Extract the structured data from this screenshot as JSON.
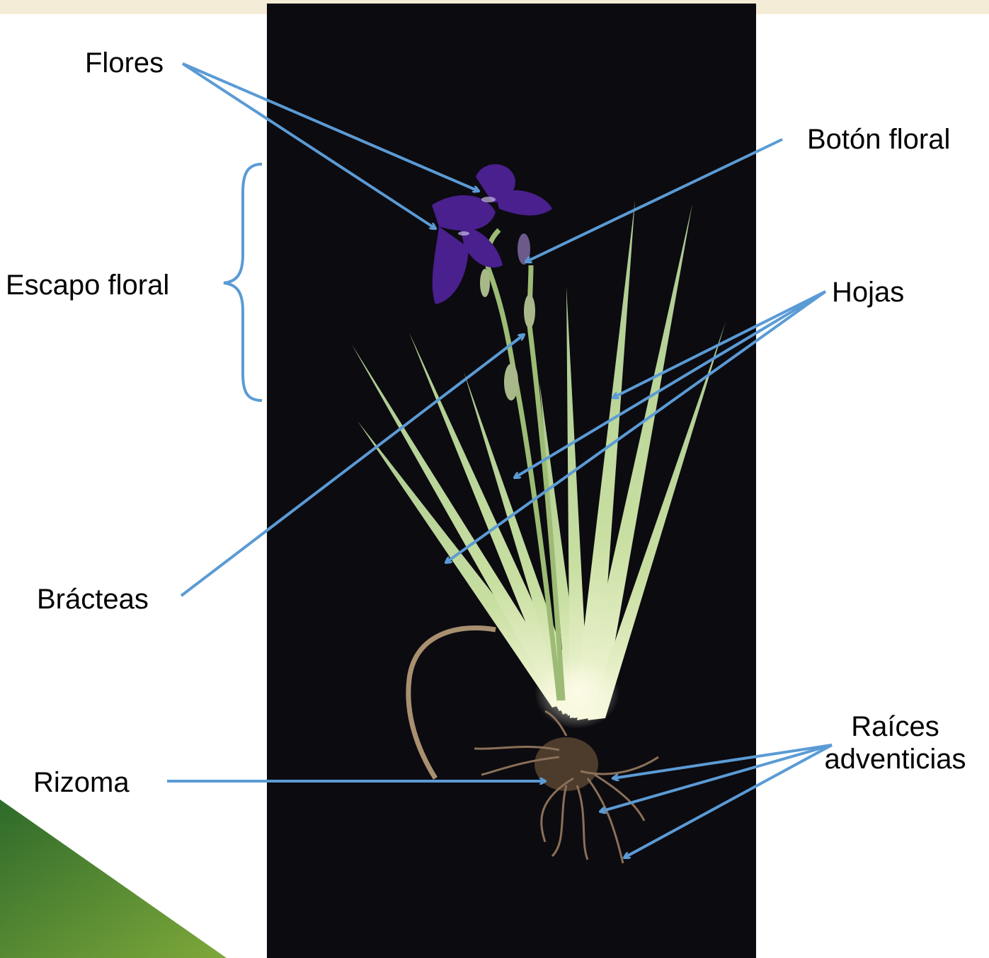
{
  "labels": {
    "flores": "Flores",
    "boton_floral": "Botón floral",
    "escapo_floral": "Escapo floral",
    "hojas": "Hojas",
    "bracteas": "Brácteas",
    "rizoma": "Rizoma",
    "raices_line1": "Raíces",
    "raices_line2": "adventicias"
  },
  "colors": {
    "arrow": "#5b9bd5",
    "photo_background": "#0c0b10",
    "leaf": "#bcd69a",
    "flower": "#4a1f8e",
    "top_band": "#f4ecd6",
    "corner_accent_dark": "#2f6b2a",
    "corner_accent_light": "#7eaa38"
  }
}
